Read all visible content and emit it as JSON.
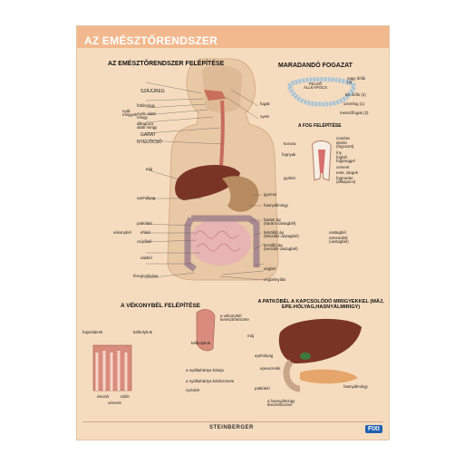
{
  "poster": {
    "title": "AZ EMÉSZTŐRENDSZER",
    "sections": {
      "structure": "AZ EMÉSZTŐRENDSZER FELÉPÍTÉSE",
      "teeth": "MARADANDÓ FOGAZAT",
      "tooth_structure": "A FOG FELÉPÍTÉSE",
      "small_intestine": "A VÉKONYBÉL FELÉPÍTÉSE",
      "glands": "A PATKÓBÉL A KAPCSOLÓDÓ MIRIGYEKKEL (MÁJ, EPE-HÓLYAG,HASNYÁLMIRIGY)"
    },
    "left_labels": {
      "szajureg": "SZÁJÜREG",
      "fultomirigy": "fültőmirigy",
      "nyalmirigyek": "nyál-\nmirigyek",
      "nyelv_alatti": "nyelv alatti\nmirigy",
      "allkapocs": "állkapocs\nalatti mirigy",
      "garat": "GARAT",
      "nyelocso": "NYELŐCSŐ",
      "maj": "máj",
      "epeholyag": "epehólyag",
      "patkobel": "patkóbél",
      "ehbel": "éhbél",
      "vekonybel": "vékonybél",
      "csipobel": "csípőbél",
      "vakbel": "vakbél",
      "fereg": "féregnyúlvány"
    },
    "right_labels": {
      "fogak": "fogak",
      "nyelv": "nyelv",
      "gyomor": "gyomor",
      "hasnyalmirigy": "hasnyálmirigy",
      "harant": "haránt ág\n(haránt vastagbél)",
      "felszallo": "felszálló ág\n(felszálló vastagbél)",
      "vastagbel": "vastagbél",
      "remesebel": "remesebél\n(vastagbél)",
      "leszallo": "leszálló ág\n(leszálló vastagbél)",
      "vegbel": "végbél",
      "vegbelnyilas": "végbélnyílás"
    },
    "teeth_labels": {
      "felso": "FELSŐ\nÁLLKAPOCS",
      "nagy_orlok": "nagy őrlők\n(3)",
      "kis_orlok": "kis őrlők (2)",
      "szemfog": "szemfog (1)",
      "metszofogak": "metszőfogak (2)"
    },
    "tooth_parts": {
      "korona": "korona",
      "fognyak": "fognyak",
      "gyoker": "gyökér",
      "zomanc": "zománc",
      "dentin": "dentin\n(fogcsont)",
      "ily": "íny",
      "fogbel": "fogbél\nfogüreggel",
      "cement": "cement",
      "erek": "erek, idegek",
      "fogmeder": "fogmeder\n(állkapocs)"
    },
    "intestine_labels": {
      "hajszalerek": "hajszálerek",
      "belbolyhok": "bélbolyhok",
      "keresztmetszet": "a vékonybél\nkeresztmetszete",
      "belbolyhok2": "bélbolyhok",
      "nyalkahartya": "a nyálkahártya hámja",
      "koto": "a nyálkahártya kötőszövete",
      "nyirokér": "nyirokér",
      "verser": "visszér",
      "uter": "ütőér",
      "vererek": "vérerek"
    },
    "gland_labels": {
      "maj": "máj",
      "epeholyag": "epehólyag",
      "epevezetek": "epevezeték",
      "patkobel": "patkóbél",
      "hasnyalmirigy": "hasnyálmirigy",
      "vezetek": "a hasnyálmirigy\nkivezetőcsöve"
    },
    "footer": {
      "brand": "STEINBERGER",
      "right_logo": "FIXI"
    }
  },
  "colors": {
    "background": "#f6dcbf",
    "title_text": "#ffffff",
    "liver": "#7a3425",
    "stomach": "#b88a5f",
    "intestine": "#e8b3b3",
    "colon": "#a88a8f"
  }
}
